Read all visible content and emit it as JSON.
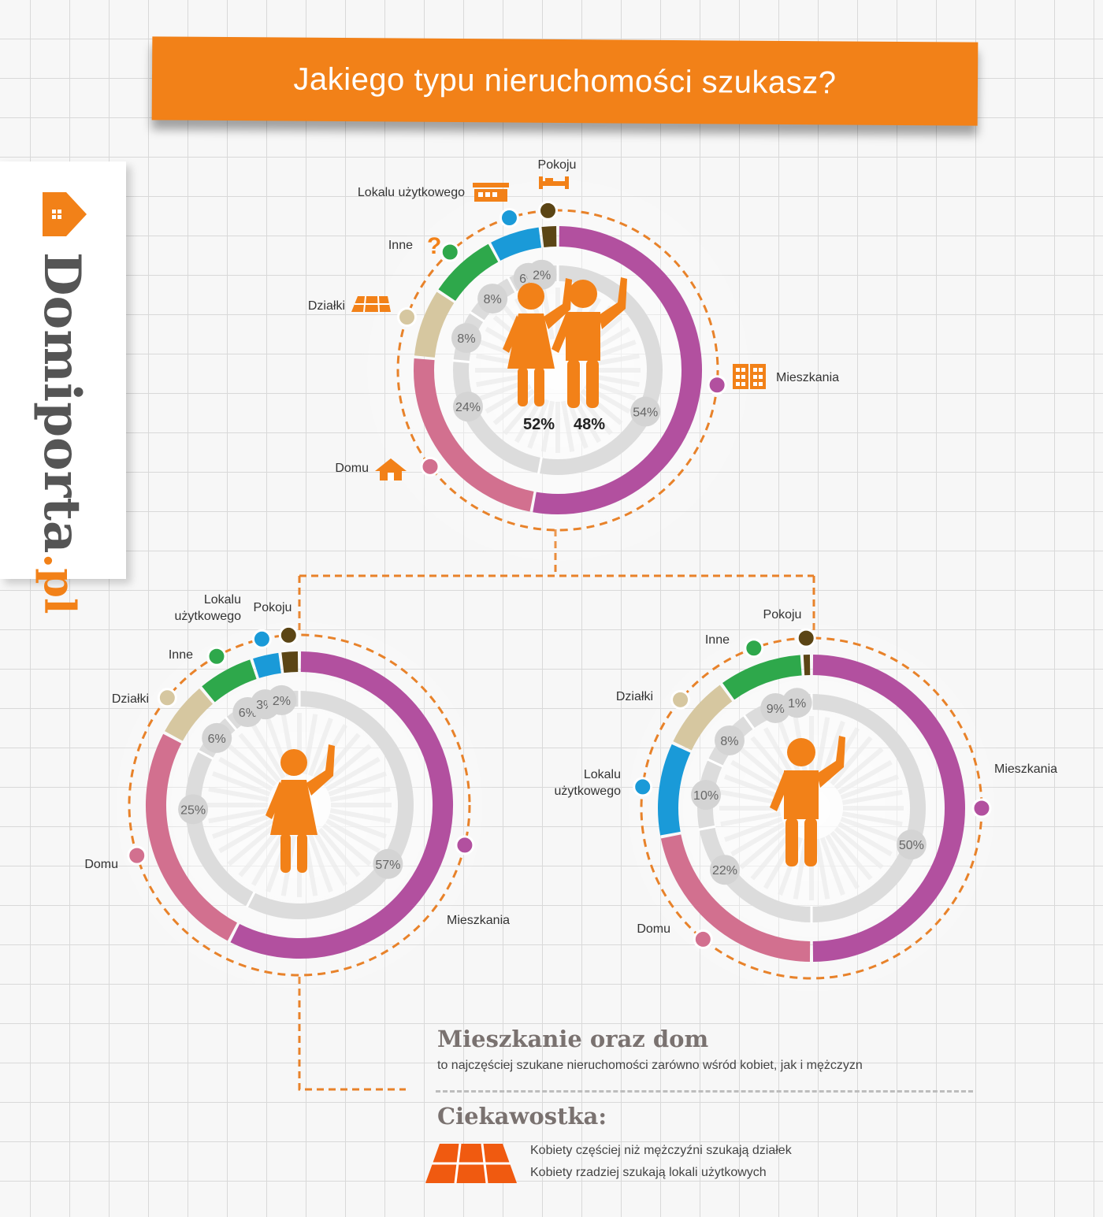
{
  "title": "Jakiego typu nieruchomości szukasz?",
  "logo": {
    "name": "Domiporta",
    "suffix": ".pl"
  },
  "colors": {
    "Mieszkania": "#b2509f",
    "Domu": "#d2708f",
    "Działki": "#d6c7a0",
    "Inne": "#2ea84b",
    "Lokalu użytkowego": "#1a9ad8",
    "Pokoju": "#5b4515",
    "accent": "#f28118"
  },
  "chart_data": [
    {
      "type": "pie",
      "subject": "all",
      "gender_split": {
        "women": "52%",
        "men": "48%"
      },
      "categories": [
        "Mieszkania",
        "Domu",
        "Działki",
        "Inne",
        "Lokalu użytkowego",
        "Pokoju"
      ],
      "labels": [
        "Mieszkania",
        "Domu",
        "Działki",
        "Inne",
        "Lokalu użytkowego",
        "Pokoju"
      ],
      "values": [
        54,
        24,
        8,
        8,
        6,
        2
      ]
    },
    {
      "type": "pie",
      "subject": "women",
      "categories": [
        "Mieszkania",
        "Domu",
        "Działki",
        "Inne",
        "Lokalu użytkowego",
        "Pokoju"
      ],
      "labels": [
        "Mieszkania",
        "Domu",
        "Działki",
        "Inne",
        "Lokalu\nużytkowego",
        "Pokoju"
      ],
      "values": [
        57,
        25,
        6,
        6,
        3,
        2
      ]
    },
    {
      "type": "pie",
      "subject": "men",
      "categories": [
        "Mieszkania",
        "Domu",
        "Lokalu użytkowego",
        "Działki",
        "Inne",
        "Pokoju"
      ],
      "labels": [
        "Mieszkania",
        "Domu",
        "Lokalu\nużytkowego",
        "Działki",
        "Inne",
        "Pokoju"
      ],
      "values": [
        50,
        22,
        10,
        8,
        9,
        1
      ]
    }
  ],
  "summary": {
    "heading": "Mieszkanie oraz dom",
    "text": "to najczęściej szukane nieruchomości zarówno wśród kobiet, jak i mężczyzn"
  },
  "fun_fact": {
    "heading": "Ciekawostka:",
    "lines": [
      "Kobiety częściej niż mężczyźni szukają działek",
      "Kobiety rzadziej szukają lokali użytkowych"
    ]
  }
}
